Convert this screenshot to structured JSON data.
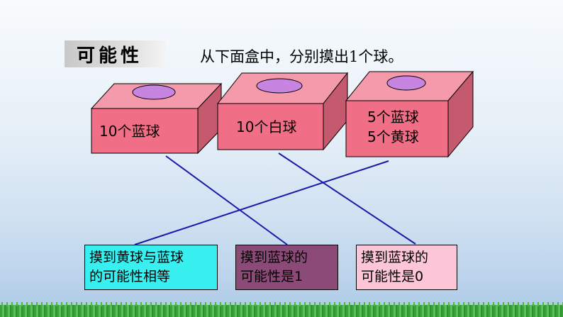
{
  "title": "可能性",
  "prompt": "从下面盒中，分别摸出1个球。",
  "boxes": [
    {
      "label": "10个蓝球"
    },
    {
      "label": "10个白球"
    },
    {
      "label_line1": "5个蓝球",
      "label_line2": "5个黄球"
    }
  ],
  "answers": [
    {
      "line1": "摸到黄球与蓝球",
      "line2": "的可能性相等"
    },
    {
      "line1": "摸到蓝球的",
      "line2": "可能性是1"
    },
    {
      "line1": "摸到蓝球的",
      "line2": "可能性是0"
    }
  ],
  "colors": {
    "box_front": "#f06f86",
    "box_top": "#f59aaa",
    "box_side": "#c55a6f",
    "hole": "#c784e0",
    "line": "#1a1aa8",
    "answer1_bg": "#39f0f0",
    "answer2_bg": "#8c4a78",
    "answer3_bg": "#fcc6d8"
  }
}
